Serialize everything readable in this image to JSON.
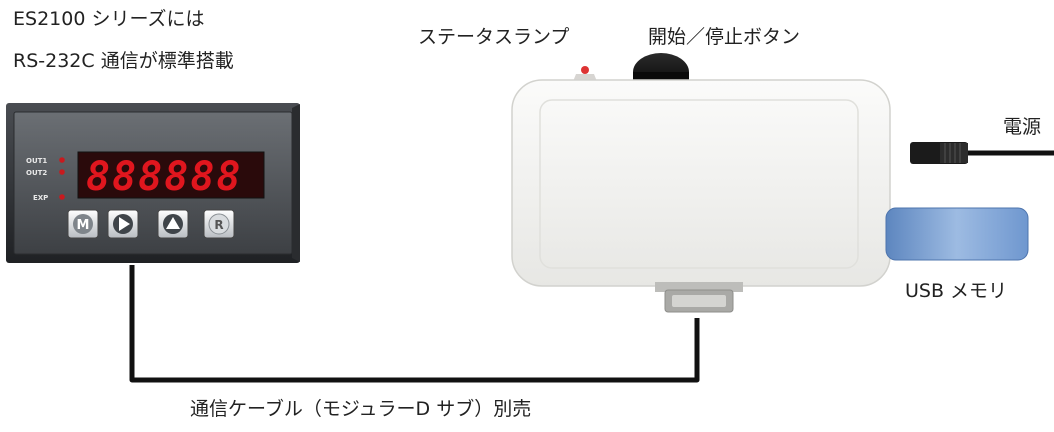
{
  "labels": {
    "meter_line1": "ES2100 シリーズには",
    "meter_line2": "RS-232C 通信が標準搭載",
    "status_lamp": "ステータスランプ",
    "start_stop_button": "開始／停止ボタン",
    "power": "電源",
    "usb_memory": "USB メモリ",
    "cable": "通信ケーブル（モジュラーD サブ）別売"
  },
  "meter": {
    "leds": [
      "OUT1",
      "OUT2",
      "EXP"
    ],
    "display": "888888",
    "buttons": [
      {
        "label": "M"
      },
      {
        "label": "",
        "icon": "play-icon"
      },
      {
        "label": "",
        "icon": "up-triangle-icon"
      },
      {
        "label": "R"
      }
    ]
  },
  "colors": {
    "display_red": "#e0161e",
    "cable": "#111111",
    "usb_blue": "#7fa6d6",
    "device_white": "#f4f4f2"
  }
}
